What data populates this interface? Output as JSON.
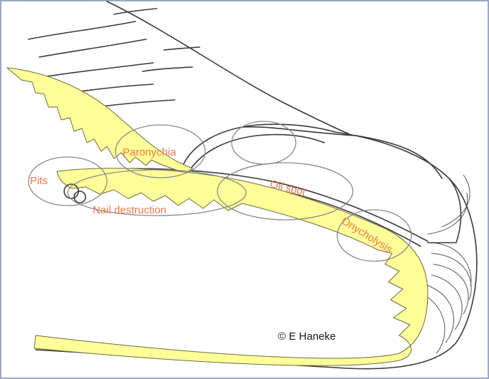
{
  "colors": {
    "nail_fill": "#ffff99",
    "label_text": "#f07a4a",
    "outline": "#3a3a3a",
    "border": "#9aa8c8"
  },
  "labels": {
    "paronychia": "Paronychia",
    "pits": "Pits",
    "nail_destruction": "Nail destruction",
    "oil_spot": "Oil spot",
    "onycholysis": "Onycholysis"
  },
  "credit": "© E Haneke"
}
